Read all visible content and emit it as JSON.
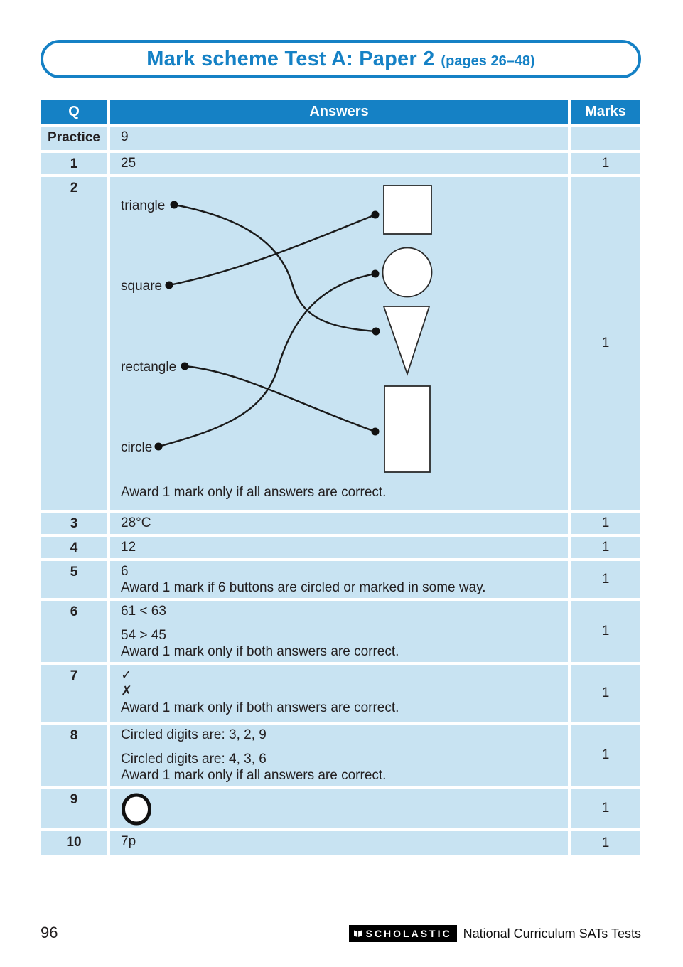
{
  "page": {
    "title": "Mark scheme Test A: Paper 2",
    "title_suffix": "(pages 26–48)",
    "page_number": "96",
    "footer_brand": "SCHOLASTIC",
    "footer_text": "National Curriculum SATs Tests"
  },
  "colors": {
    "accent": "#1581C5",
    "row_bg": "#C8E3F2",
    "text": "#231F20"
  },
  "table": {
    "headers": [
      "Q",
      "Answers",
      "Marks"
    ],
    "rows": [
      {
        "q": "Practice",
        "marks": "",
        "lines": [
          "9"
        ]
      },
      {
        "q": "1",
        "marks": "1",
        "lines": [
          "25"
        ]
      },
      {
        "q": "2",
        "marks": "1",
        "type": "match-diagram",
        "note": "Award 1 mark only if all answers are correct."
      },
      {
        "q": "3",
        "marks": "1",
        "lines": [
          "28°C"
        ]
      },
      {
        "q": "4",
        "marks": "1",
        "lines": [
          "12"
        ]
      },
      {
        "q": "5",
        "marks": "1",
        "lines": [
          "6",
          "Award 1 mark if 6 buttons are circled or marked in some way."
        ]
      },
      {
        "q": "6",
        "marks": "1",
        "lines": [
          "61 < 63",
          "",
          "54 > 45",
          "Award 1 mark only if both answers are correct."
        ]
      },
      {
        "q": "7",
        "marks": "1",
        "lines": [
          "✓",
          "✗",
          "Award 1 mark only if both answers are correct."
        ]
      },
      {
        "q": "8",
        "marks": "1",
        "lines": [
          "Circled digits are: 3, 2, 9",
          "",
          "Circled digits are: 4, 3, 6",
          "Award 1 mark only if all answers are correct."
        ]
      },
      {
        "q": "9",
        "marks": "1",
        "type": "circle-shape",
        "shape": "circle"
      },
      {
        "q": "10",
        "marks": "1",
        "lines": [
          "7p"
        ]
      }
    ]
  },
  "diagram": {
    "labels": [
      "triangle",
      "square",
      "rectangle",
      "circle"
    ],
    "shapes": [
      "square",
      "circle",
      "triangle",
      "rectangle"
    ],
    "matches": [
      [
        "triangle",
        "triangle"
      ],
      [
        "square",
        "square"
      ],
      [
        "rectangle",
        "rectangle"
      ],
      [
        "circle",
        "circle"
      ]
    ]
  }
}
